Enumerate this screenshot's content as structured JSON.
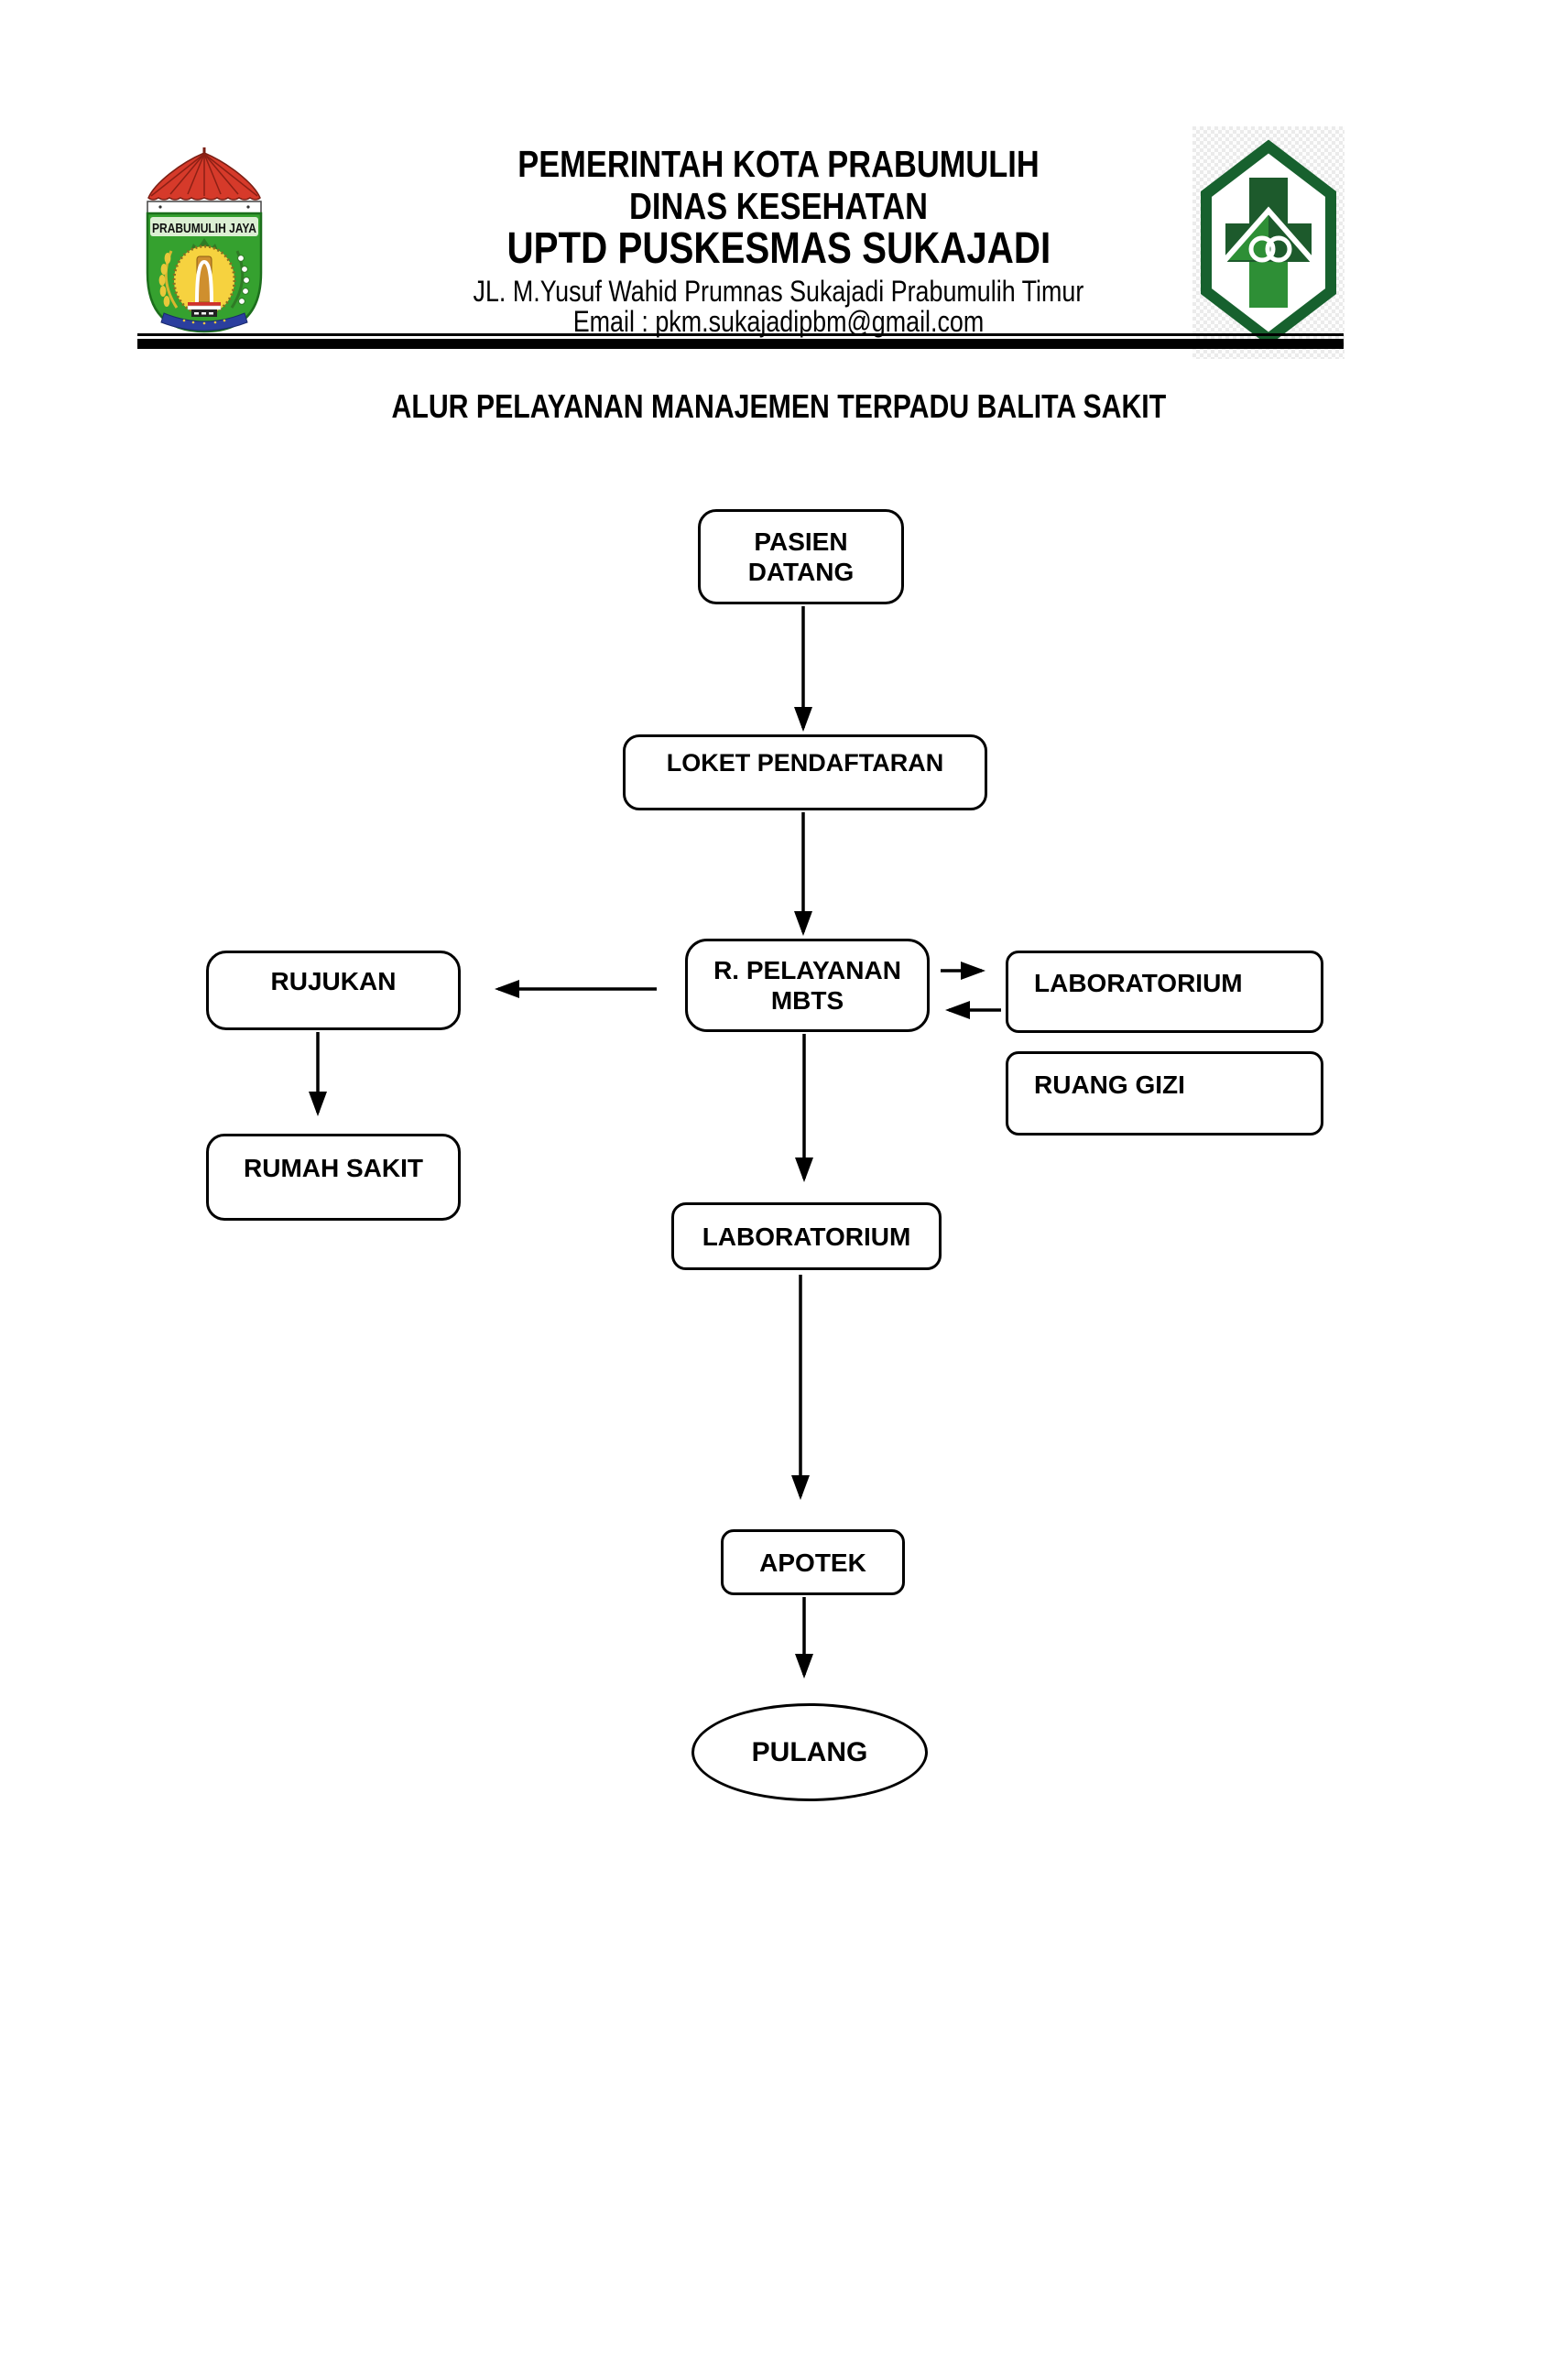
{
  "header": {
    "org_line1": "PEMERINTAH KOTA PRABUMULIH",
    "org_line2": "DINAS KESEHATAN",
    "org_line3": "UPTD PUSKESMAS SUKAJADI",
    "address": "JL. M.Yusuf Wahid Prumnas Sukajadi Prabumulih Timur",
    "email": "Email : pkm.sukajadipbm@gmail.com",
    "left_logo": {
      "name": "city-crest-prabumulih-jaya",
      "banner_text": "PRABUMULIH JAYA"
    },
    "right_logo": {
      "name": "puskesmas-health-logo"
    }
  },
  "title": "ALUR PELAYANAN MANAJEMEN TERPADU BALITA SAKIT",
  "flowchart": {
    "nodes": [
      {
        "id": "pasien-datang",
        "shape": "rounded-rect",
        "label_line1": "PASIEN",
        "label_line2": "DATANG"
      },
      {
        "id": "loket-pendaftaran",
        "shape": "rounded-rect",
        "label": "LOKET PENDAFTARAN"
      },
      {
        "id": "r-pelayanan-mbts",
        "shape": "rounded-rect",
        "label_line1": "R. PELAYANAN",
        "label_line2": "MBTS"
      },
      {
        "id": "rujukan",
        "shape": "rounded-rect",
        "label": "RUJUKAN"
      },
      {
        "id": "laboratorium-kanan",
        "shape": "rounded-rect",
        "label": "LABORATORIUM"
      },
      {
        "id": "ruang-gizi",
        "shape": "rounded-rect",
        "label": "RUANG GIZI"
      },
      {
        "id": "rumah-sakit",
        "shape": "rounded-rect",
        "label": "RUMAH SAKIT"
      },
      {
        "id": "laboratorium-tengah",
        "shape": "rounded-rect",
        "label": "LABORATORIUM"
      },
      {
        "id": "apotek",
        "shape": "rounded-rect",
        "label": "APOTEK"
      },
      {
        "id": "pulang",
        "shape": "ellipse",
        "label": "PULANG"
      }
    ],
    "edges": [
      {
        "from": "pasien-datang",
        "to": "loket-pendaftaran",
        "direction": "down"
      },
      {
        "from": "loket-pendaftaran",
        "to": "r-pelayanan-mbts",
        "direction": "down"
      },
      {
        "from": "r-pelayanan-mbts",
        "to": "rujukan",
        "direction": "left"
      },
      {
        "from": "r-pelayanan-mbts",
        "to": "laboratorium-kanan",
        "direction": "right"
      },
      {
        "from": "laboratorium-kanan",
        "to": "r-pelayanan-mbts",
        "direction": "left"
      },
      {
        "from": "rujukan",
        "to": "rumah-sakit",
        "direction": "down"
      },
      {
        "from": "r-pelayanan-mbts",
        "to": "laboratorium-tengah",
        "direction": "down"
      },
      {
        "from": "laboratorium-tengah",
        "to": "apotek",
        "direction": "down"
      },
      {
        "from": "apotek",
        "to": "pulang",
        "direction": "down"
      }
    ]
  },
  "colors": {
    "ink": "#000000",
    "paper": "#ffffff",
    "puskesmas_green_dark": "#17612e",
    "puskesmas_green": "#2e8f36",
    "crest_red": "#d63a2a",
    "crest_green": "#35a12f",
    "crest_yellow": "#f6d23f",
    "crest_blue": "#2b3f9e",
    "crest_orange": "#cf8f2e"
  }
}
